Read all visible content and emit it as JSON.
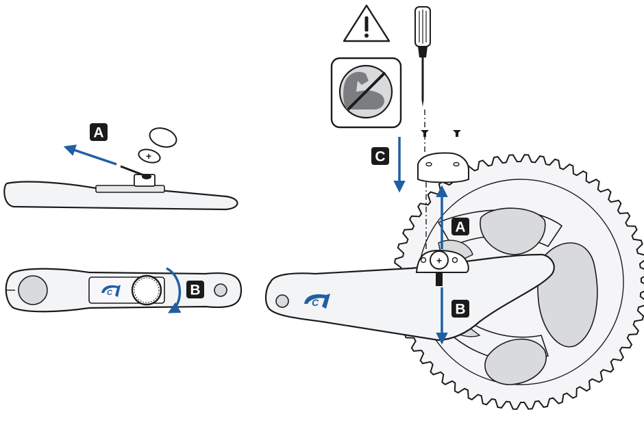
{
  "labels": {
    "left_top_step": "A",
    "left_bottom_step": "B",
    "right_install_step": "C",
    "right_up_step": "A",
    "right_down_step": "B"
  },
  "icons": {
    "warning": "warning-triangle-icon",
    "no_force": "no-force-icon",
    "tool": "screwdriver-icon"
  },
  "logo_letter": "C",
  "colors": {
    "outline": "#1b1b1b",
    "fill_light": "#f3f4f6",
    "fill_gray": "#d9dadc",
    "accent_blue": "#1f5fa3",
    "label_bg": "#1b1b1b"
  }
}
